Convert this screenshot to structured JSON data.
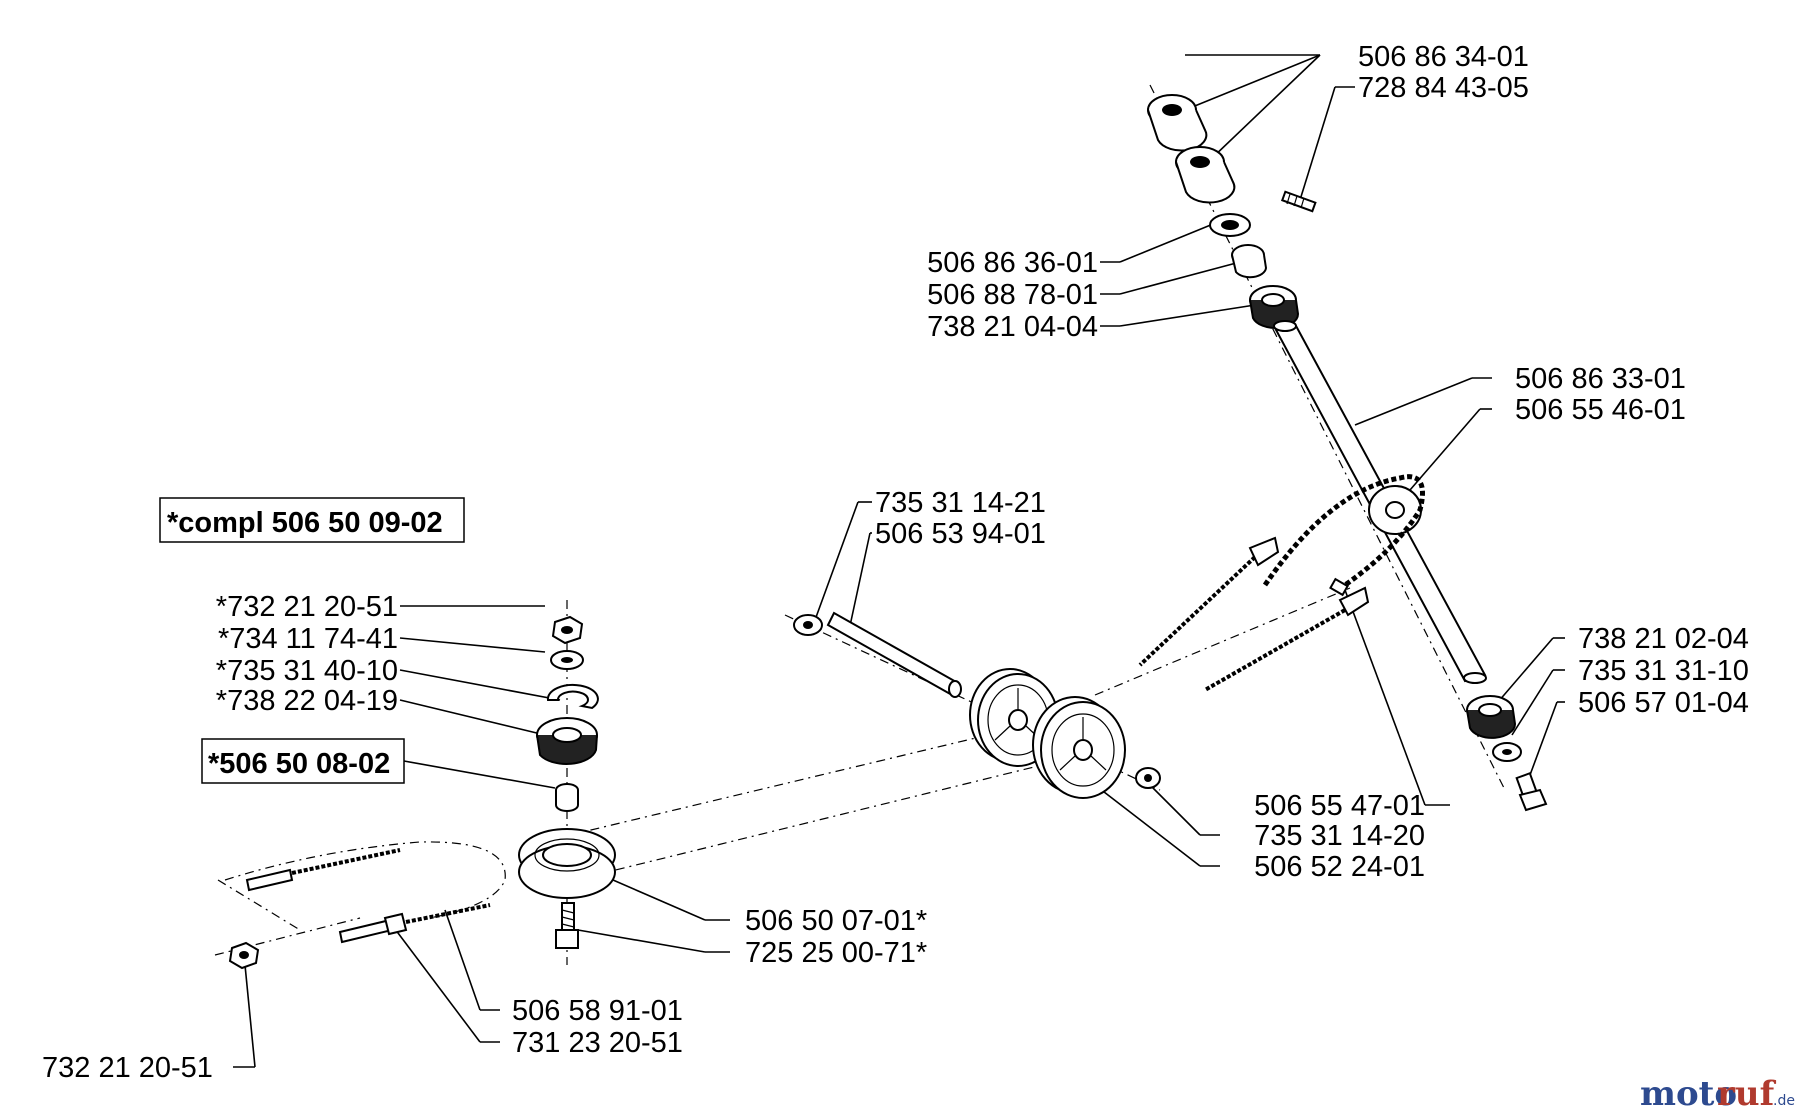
{
  "parts": {
    "p01": "506 86 34-01",
    "p02": "728 84 43-05",
    "p03": "506 86 36-01",
    "p04": "506 88 78-01",
    "p05": "738 21 04-04",
    "p06": "506 86 33-01",
    "p07": "506 55 46-01",
    "p08": "735 31 14-21",
    "p09": "506 53 94-01",
    "p10": "738 21 02-04",
    "p11": "735 31 31-10",
    "p12": "506 57 01-04",
    "p13": "*732 21 20-51",
    "p14": "*734 11 74-41",
    "p15": "*735 31 40-10",
    "p16": "*738 22 04-19",
    "p17": "506 55 47-01",
    "p18": "735 31 14-20",
    "p19": "506 52 24-01",
    "p20": "506 50 07-01*",
    "p21": "725 25 00-71*",
    "p22": "506 58 91-01",
    "p23": "731 23 20-51",
    "p24": "732 21 20-51"
  },
  "boxes": {
    "compl": "*compl 506 50 09-02",
    "kit": "*506 50 08-02"
  },
  "watermark": {
    "part1": "moto",
    "part2": "ruf",
    "suffix": ".de"
  }
}
